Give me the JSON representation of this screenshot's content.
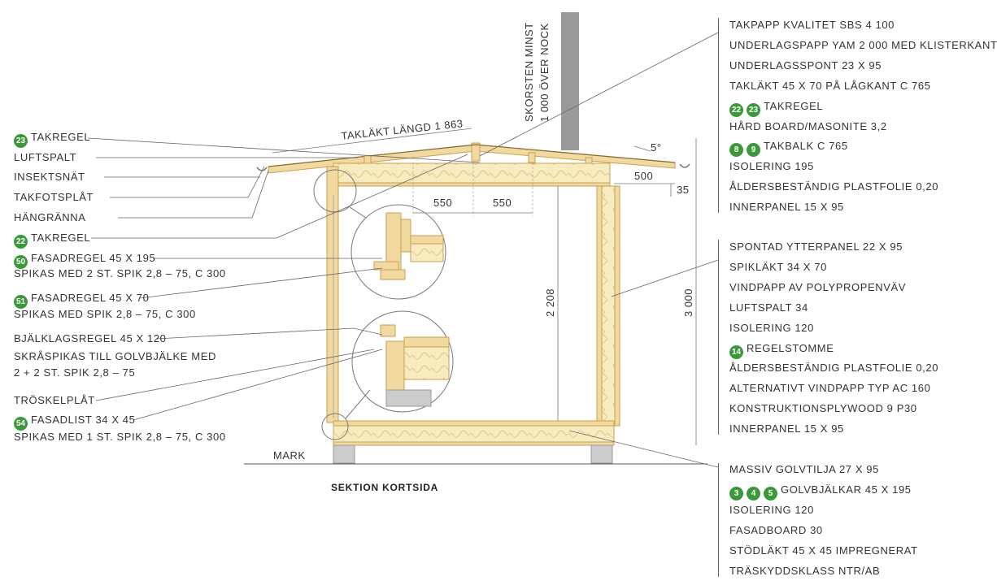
{
  "caption": "SEKTION KORTSIDA",
  "ground_label": "MARK",
  "chimney_label": [
    "SKORSTEN MINST",
    "1 000 ÖVER NOCK"
  ],
  "dimensions": {
    "lath_length": "TAKLÄKT LÄNGD 1 863",
    "angle": "5°",
    "overhang": "500",
    "overhang_drop": "35",
    "spacing_a": "550",
    "spacing_b": "550",
    "wall_height_inner": "2 208",
    "wall_height_total": "3 000"
  },
  "left_labels": [
    {
      "badges": [
        "23"
      ],
      "text": "TAKREGEL"
    },
    {
      "badges": [],
      "text": "LUFTSPALT"
    },
    {
      "badges": [],
      "text": "INSEKTSNÄT"
    },
    {
      "badges": [],
      "text": "TAKFOTSPLÅT"
    },
    {
      "badges": [],
      "text": "HÄNGRÄNNA"
    },
    {
      "badges": [
        "22"
      ],
      "text": "TAKREGEL"
    },
    {
      "badges": [
        "50"
      ],
      "text": "FASADREGEL 45 X 195"
    },
    {
      "badges": [],
      "text": "SPIKAS MED 2 ST. SPIK 2,8 – 75, C 300"
    },
    {
      "badges": [
        "51"
      ],
      "text": "FASADREGEL 45 X 70"
    },
    {
      "badges": [],
      "text": "SPIKAS MED SPIK 2,8 – 75, C 300"
    },
    {
      "badges": [],
      "text": "BJÄLKLAGSREGEL 45 X 120"
    },
    {
      "badges": [],
      "text": "SKRÅSPIKAS TILL GOLVBJÄLKE MED"
    },
    {
      "badges": [],
      "text": "2 + 2 ST. SPIK 2,8 – 75"
    },
    {
      "badges": [],
      "text": "TRÖSKELPLÅT"
    },
    {
      "badges": [
        "54"
      ],
      "text": "FASADLIST 34 X 45"
    },
    {
      "badges": [],
      "text": "SPIKAS MED 1 ST. SPIK 2,8 – 75, C 300"
    }
  ],
  "roof_group": [
    {
      "badges": [],
      "text": "TAKPAPP KVALITET SBS 4 100"
    },
    {
      "badges": [],
      "text": "UNDERLAGSPAPP YAM 2 000 MED KLISTERKANT"
    },
    {
      "badges": [],
      "text": "UNDERLAGSSPONT 23 X 95"
    },
    {
      "badges": [],
      "text": "TAKLÄKT 45 X 70 PÅ LÅGKANT C 765"
    },
    {
      "badges": [
        "22",
        "23"
      ],
      "text": "TAKREGEL"
    },
    {
      "badges": [],
      "text": "HÅRD BOARD/MASONITE 3,2"
    },
    {
      "badges": [
        "8",
        "9"
      ],
      "text": "TAKBALK C 765"
    },
    {
      "badges": [],
      "text": "ISOLERING 195"
    },
    {
      "badges": [],
      "text": "ÅLDERSBESTÄNDIG PLASTFOLIE 0,20"
    },
    {
      "badges": [],
      "text": "INNERPANEL 15 X 95"
    }
  ],
  "wall_group": [
    {
      "badges": [],
      "text": "SPONTAD YTTERPANEL 22 X 95"
    },
    {
      "badges": [],
      "text": "SPIKLÄKT 34 X 70"
    },
    {
      "badges": [],
      "text": "VINDPAPP AV POLYPROPENVÄV"
    },
    {
      "badges": [],
      "text": "LUFTSPALT 34"
    },
    {
      "badges": [],
      "text": "ISOLERING 120"
    },
    {
      "badges": [
        "14"
      ],
      "text": "REGELSTOMME"
    },
    {
      "badges": [],
      "text": "ÅLDERSBESTÄNDIG PLASTFOLIE 0,20"
    },
    {
      "badges": [],
      "text": "ALTERNATIVT VINDPAPP TYP AC 160"
    },
    {
      "badges": [],
      "text": "KONSTRUKTIONSPLYWOOD 9 P30"
    },
    {
      "badges": [],
      "text": "INNERPANEL 15 X 95"
    }
  ],
  "floor_group": [
    {
      "badges": [],
      "text": "MASSIV GOLVTILJA 27 X 95"
    },
    {
      "badges": [
        "3",
        "4",
        "5"
      ],
      "text": "GOLVBJÄLKAR 45 X 195"
    },
    {
      "badges": [],
      "text": "ISOLERING 120"
    },
    {
      "badges": [],
      "text": "FASADBOARD 30"
    },
    {
      "badges": [],
      "text": "STÖDLÄKT 45 X 45 IMPREGNERAT"
    },
    {
      "badges": [],
      "text": "TRÄSKYDDSKLASS NTR/AB"
    }
  ],
  "colors": {
    "badge": "#3a9a3a",
    "timber": "#f2d9a0",
    "timber_edge": "#c9a050",
    "insulation": "#f7ecc0",
    "chimney": "#9a9a9a",
    "line": "#555555"
  }
}
